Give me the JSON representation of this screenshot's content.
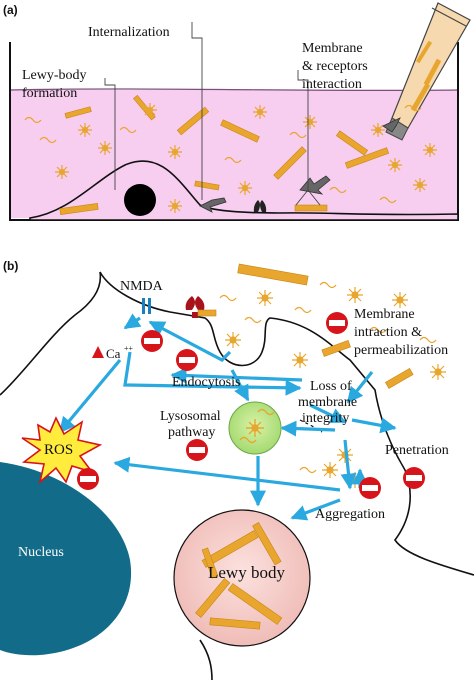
{
  "panel_a": {
    "panel_label": "(a)",
    "labels": {
      "internalization": "Internalization",
      "membrane_line1": "Membrane",
      "membrane_line2": "& receptors",
      "membrane_line3": "interaction",
      "lewy_line1": "Lewy-body",
      "lewy_line2": "formation"
    }
  },
  "panel_b": {
    "panel_label": "(b)",
    "labels": {
      "nmda": "NMDA",
      "ca": "Ca",
      "ca_superscript": "++",
      "membrane_line1": "Membrane",
      "membrane_line2": "intraction &",
      "membrane_line3": "permeabilization",
      "endocytosis": "Endocytosis",
      "loss_line1": "Loss of",
      "loss_line2": "membrane",
      "loss_line3": "integrity",
      "lysosomal_line1": "Lysosomal",
      "lysosomal_line2": "pathway",
      "penetration": "Penetration",
      "ros": "ROS",
      "aggregation": "Aggregation",
      "nucleus": "Nucleus",
      "lewy_body": "Lewy body"
    }
  },
  "colors": {
    "medium_pink": "#f7cdf0",
    "fibril_orange": "#e8a62e",
    "fibril_dark": "#c98614",
    "arrow_blue": "#29a9e0",
    "nucleus_teal": "#126b88",
    "inhibit_red": "#d7141a",
    "ros_yellow": "#ffec3c",
    "lysosome_green": "#bfe88a",
    "lewy_pink": "#f6cfcc"
  }
}
